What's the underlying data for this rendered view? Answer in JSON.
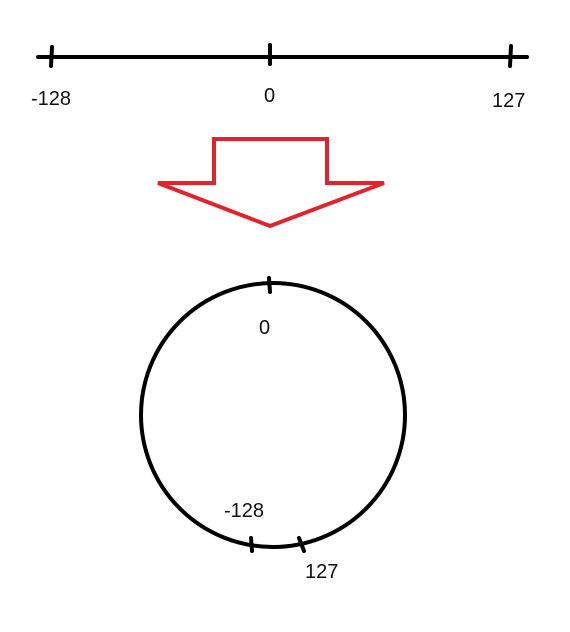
{
  "number_line": {
    "left_label": "-128",
    "middle_label": "0",
    "right_label": "127"
  },
  "circle": {
    "top_label": "0",
    "bottom_left_label": "-128",
    "bottom_right_label": "127"
  },
  "colors": {
    "stroke": "#000000",
    "arrow": "#e0242e",
    "text": "#111111"
  },
  "icons": {
    "arrow": "down-arrow-icon"
  }
}
